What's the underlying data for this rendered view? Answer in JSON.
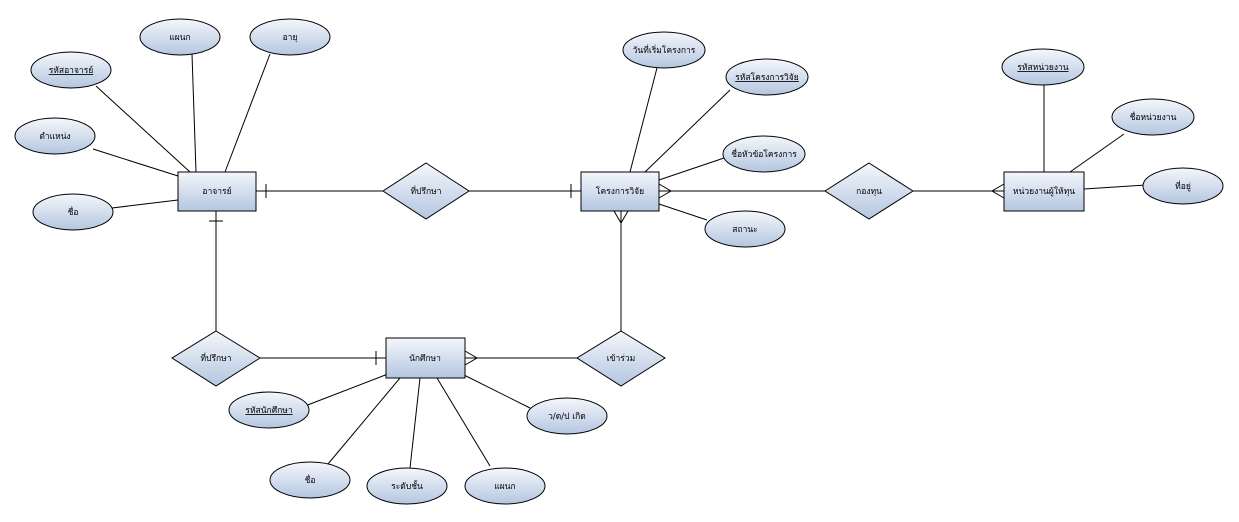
{
  "entities": {
    "lecturer": "อาจารย์",
    "project": "โครงการวิจัย",
    "agency": "หน่วยงานผู้ให้ทุน",
    "student": "นักศึกษา"
  },
  "relationships": {
    "advise_project": "ที่ปรึกษา",
    "fund": "กองทุน",
    "advise_student": "ที่ปรึกษา",
    "join": "เข้าร่วม"
  },
  "attributes": {
    "lecturer_dept": "แผนก",
    "lecturer_age": "อายุ",
    "lecturer_id": "รหัสอาจารย์",
    "lecturer_position": "ตำแหน่ง",
    "lecturer_name": "ชื่อ",
    "project_start": "วันที่เริ่มโครงการ",
    "project_id": "รหัสโครงการวิจัย",
    "project_title": "ชื่อหัวข้อโครงการ",
    "project_status": "สถานะ",
    "agency_id": "รหัสหน่วยงาน",
    "agency_name": "ชื่อหน่วยงาน",
    "agency_address": "ที่อยู่",
    "student_id": "รหัสนักศึกษา",
    "student_dob": "ว/ด/ป เกิด",
    "student_name": "ชื่อ",
    "student_level": "ระดับชั้น",
    "student_dept": "แผนก"
  },
  "colors": {
    "shape_light": "#f4f7fc",
    "shape_dark": "#b4c6e0",
    "stroke": "#000000"
  }
}
